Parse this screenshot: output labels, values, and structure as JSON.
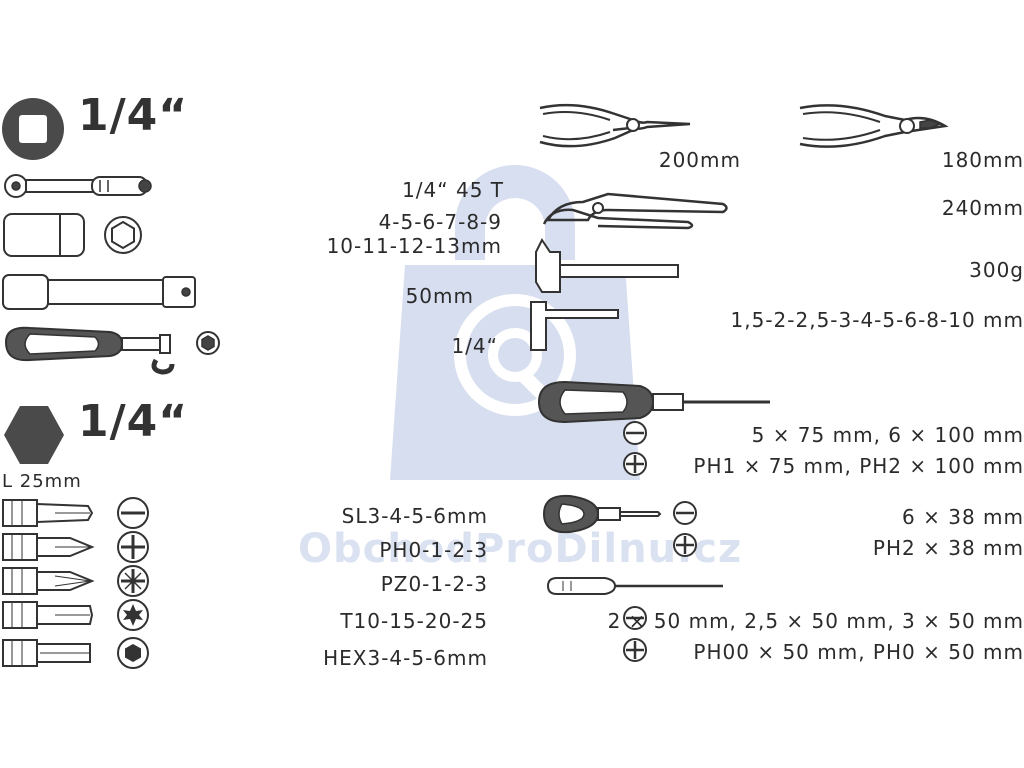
{
  "watermark": "ObchodProDilnu.cz",
  "square_drive": {
    "size": "1/4“"
  },
  "hex_drive": {
    "size": "1/4“"
  },
  "bit_length": "L 25mm",
  "bits": [
    "SL3-4-5-6mm",
    "PH0-1-2-3",
    "PZ0-1-2-3",
    "T10-15-20-25",
    "HEX3-4-5-6mm"
  ],
  "socket_labels": {
    "ratchet": "1/4“ 45 T",
    "sockets_line1": "4-5-6-7-8-9",
    "sockets_line2": "10-11-12-13mm",
    "extension": "50mm",
    "adapter": "1/4“"
  },
  "tools": {
    "long_nose_pliers": "200mm",
    "combination_pliers": "180mm",
    "water_pump_pliers": "240mm",
    "hammer": "300g",
    "hex_keys": "1,5-2-2,5-3-4-5-6-8-10 mm",
    "screwdriver_slot": "5 × 75 mm, 6 × 100 mm",
    "screwdriver_ph": "PH1 × 75 mm, PH2 × 100 mm",
    "stubby_slot": "6 × 38 mm",
    "stubby_ph": "PH2 × 38 mm",
    "precision_slot": "2 × 50 mm, 2,5 × 50 mm, 3 × 50 mm",
    "precision_ph": "PH00 × 50 mm, PH0 × 50 mm"
  },
  "colors": {
    "ink": "#2b2b2b",
    "watermark": "#9fb0d8"
  }
}
